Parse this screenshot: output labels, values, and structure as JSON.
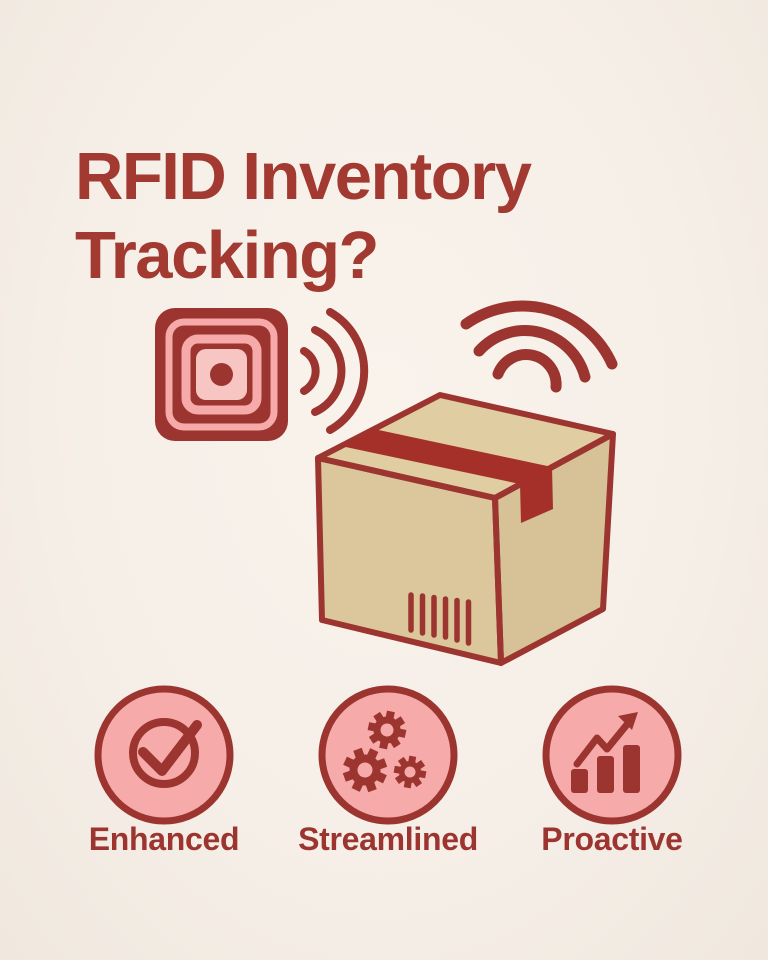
{
  "poster": {
    "title_full": "RFID Inventory Tracking?",
    "title_line1": "RFID Inventory",
    "title_line2": "Tracking?"
  },
  "illustration": {
    "rfid_tag_icon": "rfid-tag-icon",
    "rfid_waves_icon": "radio-waves-icon",
    "box_icon": "cardboard-box-icon",
    "barcode_icon": "barcode-icon",
    "tape_icon": "packing-tape-icon",
    "wifi_icon": "wifi-signal-icon"
  },
  "features": [
    {
      "label": "Enhanced",
      "icon": "check-circle-icon"
    },
    {
      "label": "Streamlined",
      "icon": "gears-icon"
    },
    {
      "label": "Proactive",
      "icon": "growth-chart-icon"
    }
  ],
  "colors": {
    "background": "#f6efe8",
    "title_red": "#a23a31",
    "dark_red": "#9c3530",
    "tape_red": "#a5302a",
    "pink": "#f6abaa",
    "light_pink": "#f8c6c2",
    "box_tan_top": "#e0cda2",
    "box_tan_left": "#dcc79c",
    "box_tan_right": "#d7c197"
  }
}
